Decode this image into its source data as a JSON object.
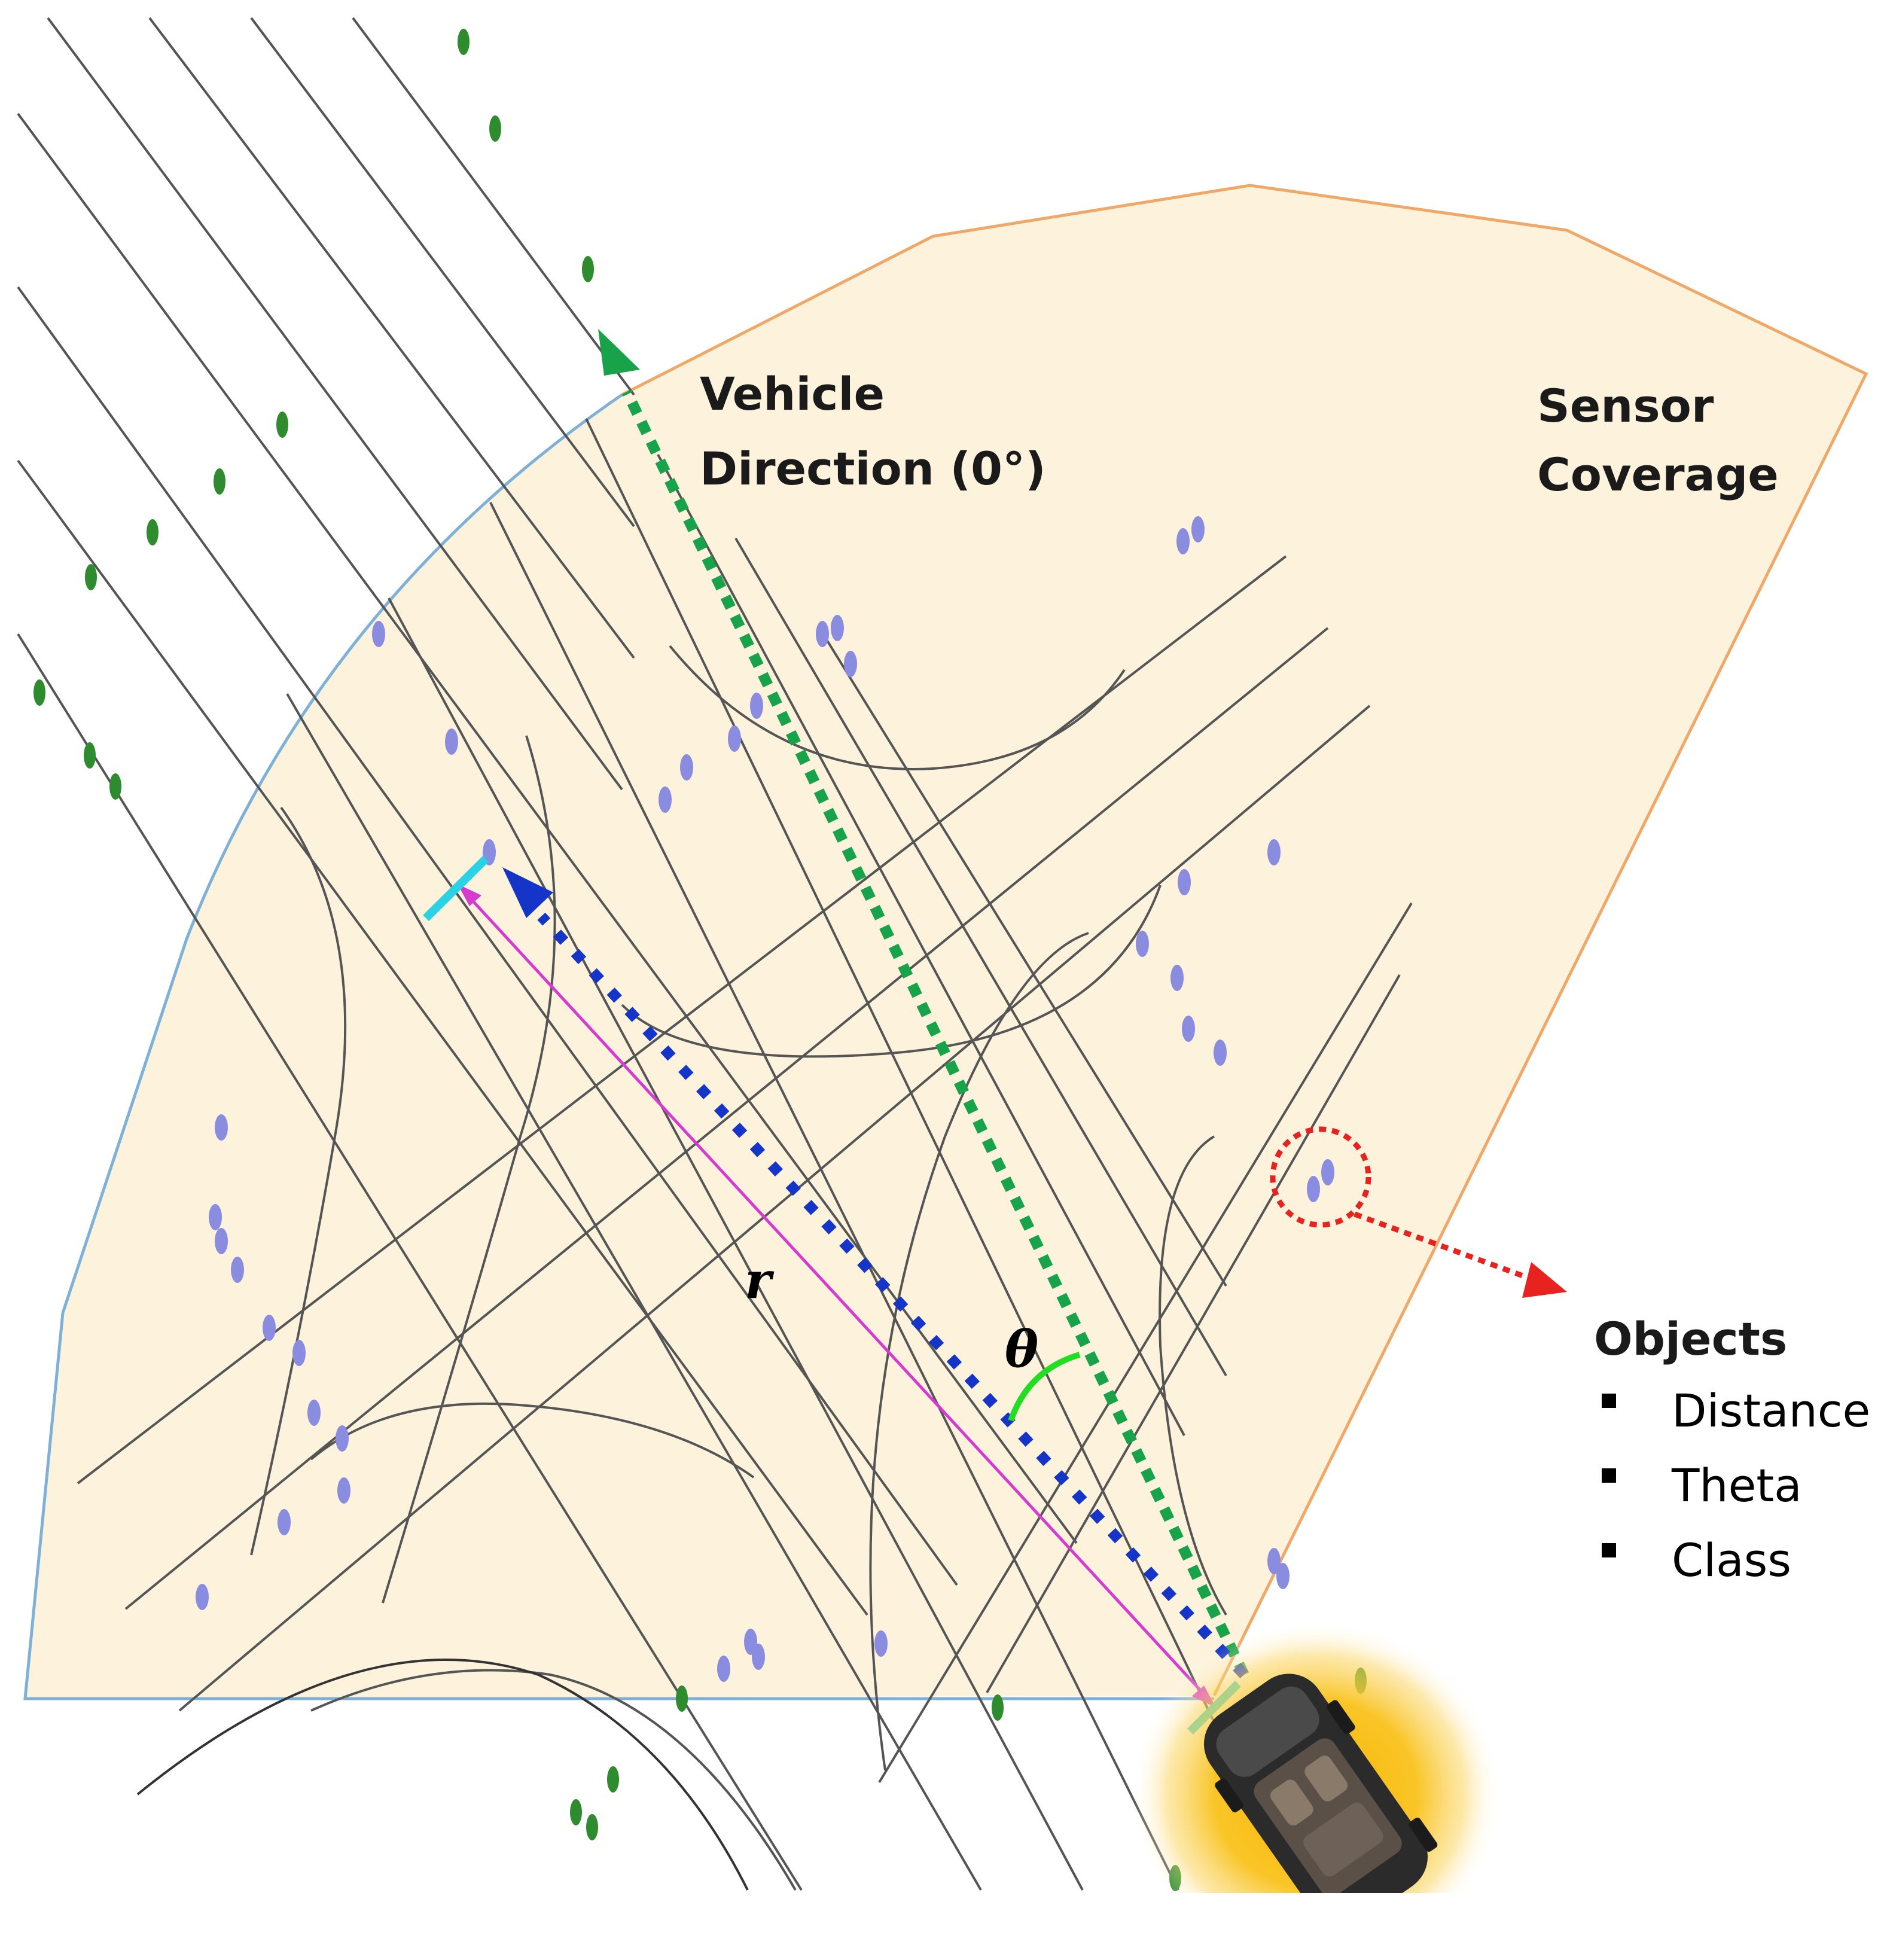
{
  "labels": {
    "vehicle_direction_line1": "Vehicle",
    "vehicle_direction_line2": "Direction (0°)",
    "sensor_coverage_line1": "Sensor",
    "sensor_coverage_line2": "Coverage",
    "distance_symbol": "r",
    "angle_symbol": "θ"
  },
  "objects_legend": {
    "title": "Objects",
    "items": [
      "Distance",
      "Theta",
      "Class"
    ]
  },
  "colors": {
    "sensor_fill": "#fdf3dd",
    "sensor_edge_top": "#f0a868",
    "sensor_edge_left": "#7fb0d8",
    "vehicle_direction": "#18a34a",
    "object_vector": "#1435c8",
    "distance_line": "#d63bd0",
    "angle_arc": "#22dd22",
    "endpoint_marker": "#29d3e6",
    "highlight": "#e8231f",
    "object_dot": "#8a8ce0",
    "tree_dot": "#2e8b2e",
    "car_glow": "#f7b500"
  },
  "icons": [
    "car-icon"
  ]
}
